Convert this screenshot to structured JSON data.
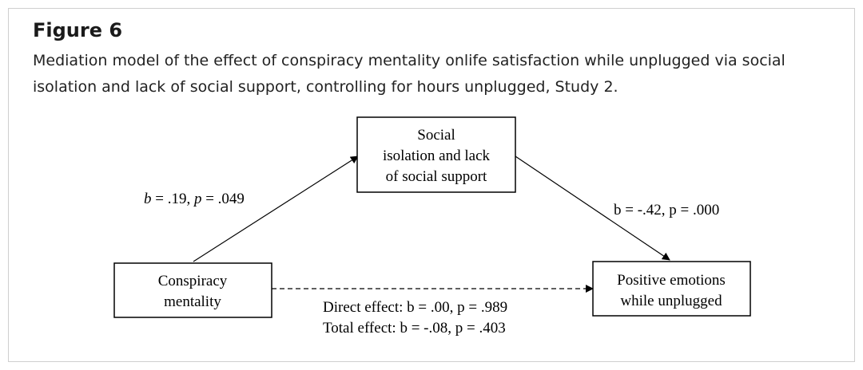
{
  "figure": {
    "title": "Figure 6",
    "caption": "Mediation model of the effect of conspiracy mentality onlife satisfaction while unplugged via social isolation and lack of social support, controlling for hours unplugged, Study 2."
  },
  "nodes": {
    "mediator": {
      "lines": [
        "Social",
        "isolation and lack",
        "of social support"
      ]
    },
    "predictor": {
      "lines": [
        "Conspiracy",
        "mentality"
      ]
    },
    "outcome": {
      "lines": [
        "Positive emotions",
        "while unplugged"
      ]
    }
  },
  "paths": {
    "a": {
      "b_sym": "b",
      "b_text": " = .19, ",
      "p_sym": "p",
      "p_text": " = .049"
    },
    "b": {
      "text": "b = -.42, p = .000"
    },
    "direct": {
      "text": "Direct effect: b = .00, p = .989"
    },
    "total": {
      "text": "Total effect: b = -.08, p = .403"
    }
  }
}
